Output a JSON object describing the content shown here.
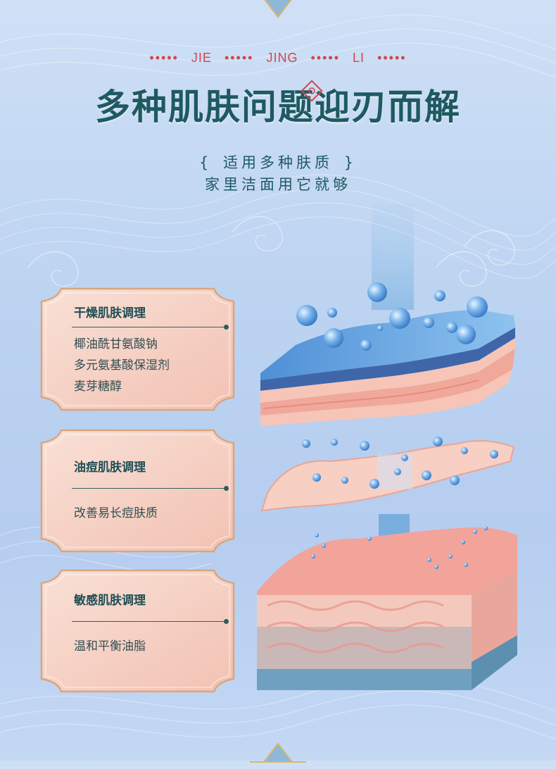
{
  "header": {
    "pinyin": [
      "JIE",
      "JING",
      "LI"
    ],
    "dots": "•••••",
    "title": "多种肌肤问题迎刃而解",
    "subtitle_line1": "适用多种肤质",
    "subtitle_line2": "家里洁面用它就够",
    "brace_open": "{",
    "brace_close": "}"
  },
  "cards": [
    {
      "title": "干燥肌肤调理",
      "items": [
        "椰油酰甘氨酸钠",
        "多元氨基酸保湿剂",
        "麦芽糖醇"
      ]
    },
    {
      "title": "油痘肌肤调理",
      "items": [
        "改善易长痘肤质"
      ]
    },
    {
      "title": "敏感肌肤调理",
      "items": [
        "温和平衡油脂"
      ]
    }
  ],
  "colors": {
    "accent_red": "#d2454b",
    "title_teal": "#1e5a60",
    "card_pink": "#f6d3c7",
    "card_border": "#d9a67e",
    "skin_pink": "#f3b3a5",
    "water_blue": "#5b9edc"
  }
}
